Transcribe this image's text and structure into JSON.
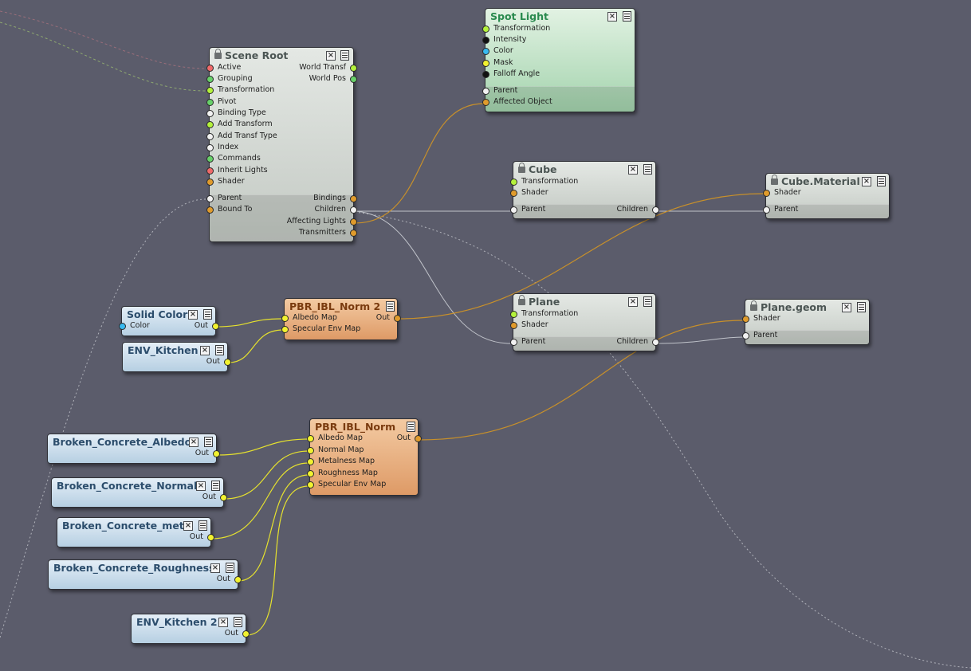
{
  "colors": {
    "background": "#5b5c6b",
    "wire_yellow": "#e6e22e",
    "wire_orange": "#c8902a",
    "wire_gray": "#b9bcc4",
    "port_green": "#b4f23c",
    "port_orange": "#e09b2c",
    "port_cyan": "#38b9f0",
    "port_yellow": "#f2f230",
    "port_black": "#111111",
    "port_white": "#f2f2f2",
    "port_pink": "#f06a6a",
    "port_lightgreen": "#68d06a"
  },
  "nodes": {
    "scene_root": {
      "title": "Scene Root",
      "inputs": [
        "Active",
        "Grouping",
        "Transformation",
        "Pivot",
        "Binding Type",
        "Add Transform",
        "Add Transf Type",
        "Index",
        "Commands",
        "Inherit Lights",
        "Shader"
      ],
      "outputs": [
        "World Transf",
        "World Pos"
      ],
      "bottom_inputs": [
        "Parent",
        "Bound To"
      ],
      "bottom_outputs": [
        "Bindings",
        "Children",
        "Affecting Lights",
        "Transmitters"
      ]
    },
    "spot_light": {
      "title": "Spot Light",
      "inputs": [
        "Transformation",
        "Intensity",
        "Color",
        "Mask",
        "Falloff Angle"
      ],
      "bottom_inputs": [
        "Parent",
        "Affected Object"
      ]
    },
    "cube": {
      "title": "Cube",
      "inputs": [
        "Transformation",
        "Shader"
      ],
      "bottom_input": "Parent",
      "bottom_output": "Children"
    },
    "cube_material": {
      "title": "Cube.Material",
      "inputs": [
        "Shader"
      ],
      "bottom_input": "Parent"
    },
    "plane": {
      "title": "Plane",
      "inputs": [
        "Transformation",
        "Shader"
      ],
      "bottom_input": "Parent",
      "bottom_output": "Children"
    },
    "plane_geom": {
      "title": "Plane.geom",
      "inputs": [
        "Shader"
      ],
      "bottom_input": "Parent"
    },
    "solid_color": {
      "title": "Solid Color",
      "input": "Color",
      "output": "Out"
    },
    "env_kitchen": {
      "title": "ENV_Kitchen",
      "output": "Out"
    },
    "pbr_norm2": {
      "title": "PBR_IBL_Norm 2",
      "inputs": [
        "Albedo Map",
        "Specular Env Map"
      ],
      "output": "Out"
    },
    "pbr_norm": {
      "title": "PBR_IBL_Norm",
      "inputs": [
        "Albedo Map",
        "Normal Map",
        "Metalness Map",
        "Roughness Map",
        "Specular Env Map"
      ],
      "output": "Out"
    },
    "bc_albedo": {
      "title": "Broken_Concrete_Albedo",
      "output": "Out"
    },
    "bc_normal": {
      "title": "Broken_Concrete_Normal",
      "output": "Out"
    },
    "bc_met": {
      "title": "Broken_Concrete_met",
      "output": "Out"
    },
    "bc_rough": {
      "title": "Broken_Concrete_Roughness",
      "output": "Out"
    },
    "env_kitchen2": {
      "title": "ENV_Kitchen 2",
      "output": "Out"
    }
  },
  "icons": {
    "close": "close-icon",
    "menu": "menu-icon",
    "lock": "lock-icon"
  }
}
